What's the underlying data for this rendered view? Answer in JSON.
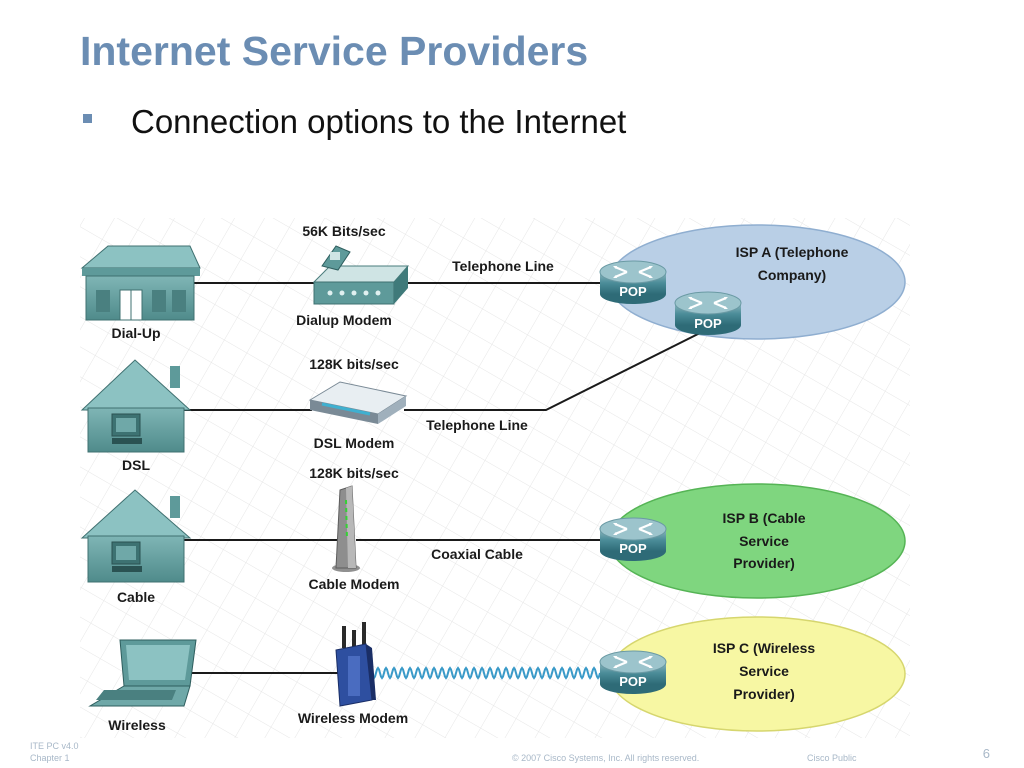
{
  "slide": {
    "title": "Internet Service Providers",
    "bullet": "Connection options to the Internet"
  },
  "diagram": {
    "rows": [
      {
        "client": "Dial-Up",
        "rate": "56K Bits/sec",
        "device": "Dialup Modem",
        "medium": "Telephone Line"
      },
      {
        "client": "DSL",
        "rate": "128K bits/sec",
        "device": "DSL Modem",
        "medium": "Telephone Line"
      },
      {
        "client": "Cable",
        "rate": "128K bits/sec",
        "device": "Cable Modem",
        "medium": "Coaxial Cable"
      },
      {
        "client": "Wireless",
        "rate": "",
        "device": "Wireless Modem",
        "medium": ""
      }
    ],
    "isps": [
      {
        "line1": "ISP A (Telephone",
        "line2": "Company)",
        "line3": "",
        "color": "#b9cfe6"
      },
      {
        "line1": "ISP B (Cable",
        "line2": "Service",
        "line3": "Provider)",
        "color": "#7fd67f"
      },
      {
        "line1": "ISP C (Wireless",
        "line2": "Service",
        "line3": "Provider)",
        "color": "#f7f7a3"
      }
    ],
    "pop_label": "POP",
    "house_color": "#5e9a9a",
    "router_color": "#3f8a94"
  },
  "footer": {
    "course": "ITE PC v4.0",
    "chapter": "Chapter 1",
    "copyright": "© 2007 Cisco Systems, Inc. All rights reserved.",
    "classification": "Cisco Public",
    "page": "6"
  }
}
